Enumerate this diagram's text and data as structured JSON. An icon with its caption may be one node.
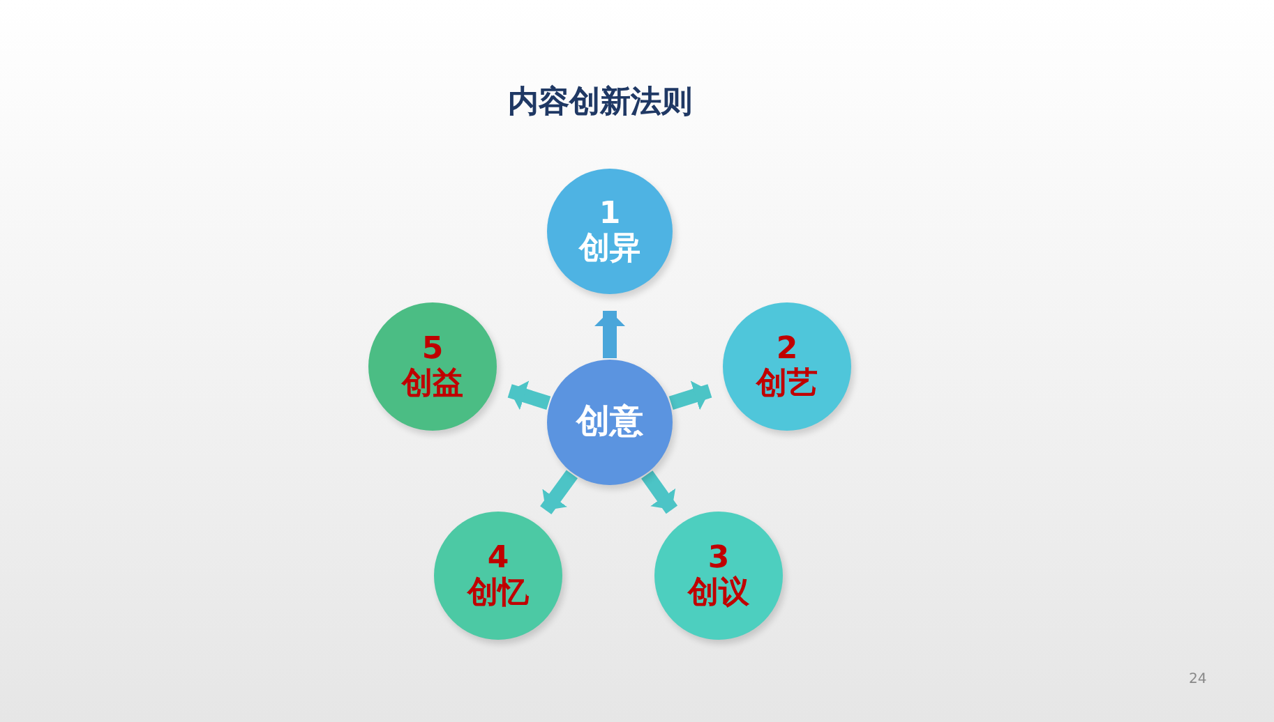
{
  "diagram": {
    "title": "内容创新法则",
    "nodes": [
      {
        "text": [
          "创意"
        ]
      },
      {
        "text": [
          "1",
          "创异"
        ]
      },
      {
        "text": [
          "2",
          "创艺"
        ]
      },
      {
        "text": [
          "3",
          "创议"
        ]
      },
      {
        "text": [
          "4",
          "创忆"
        ]
      },
      {
        "text": [
          "5",
          "创益"
        ]
      }
    ],
    "edges": [
      {
        "from": 0,
        "to": 1,
        "arrow": "to"
      },
      {
        "from": 0,
        "to": 2,
        "arrow": "to"
      },
      {
        "from": 0,
        "to": 3,
        "arrow": "to"
      },
      {
        "from": 0,
        "to": 4,
        "arrow": "to"
      },
      {
        "from": 0,
        "to": 5,
        "arrow": "to"
      }
    ],
    "labels": [
      "24"
    ]
  }
}
